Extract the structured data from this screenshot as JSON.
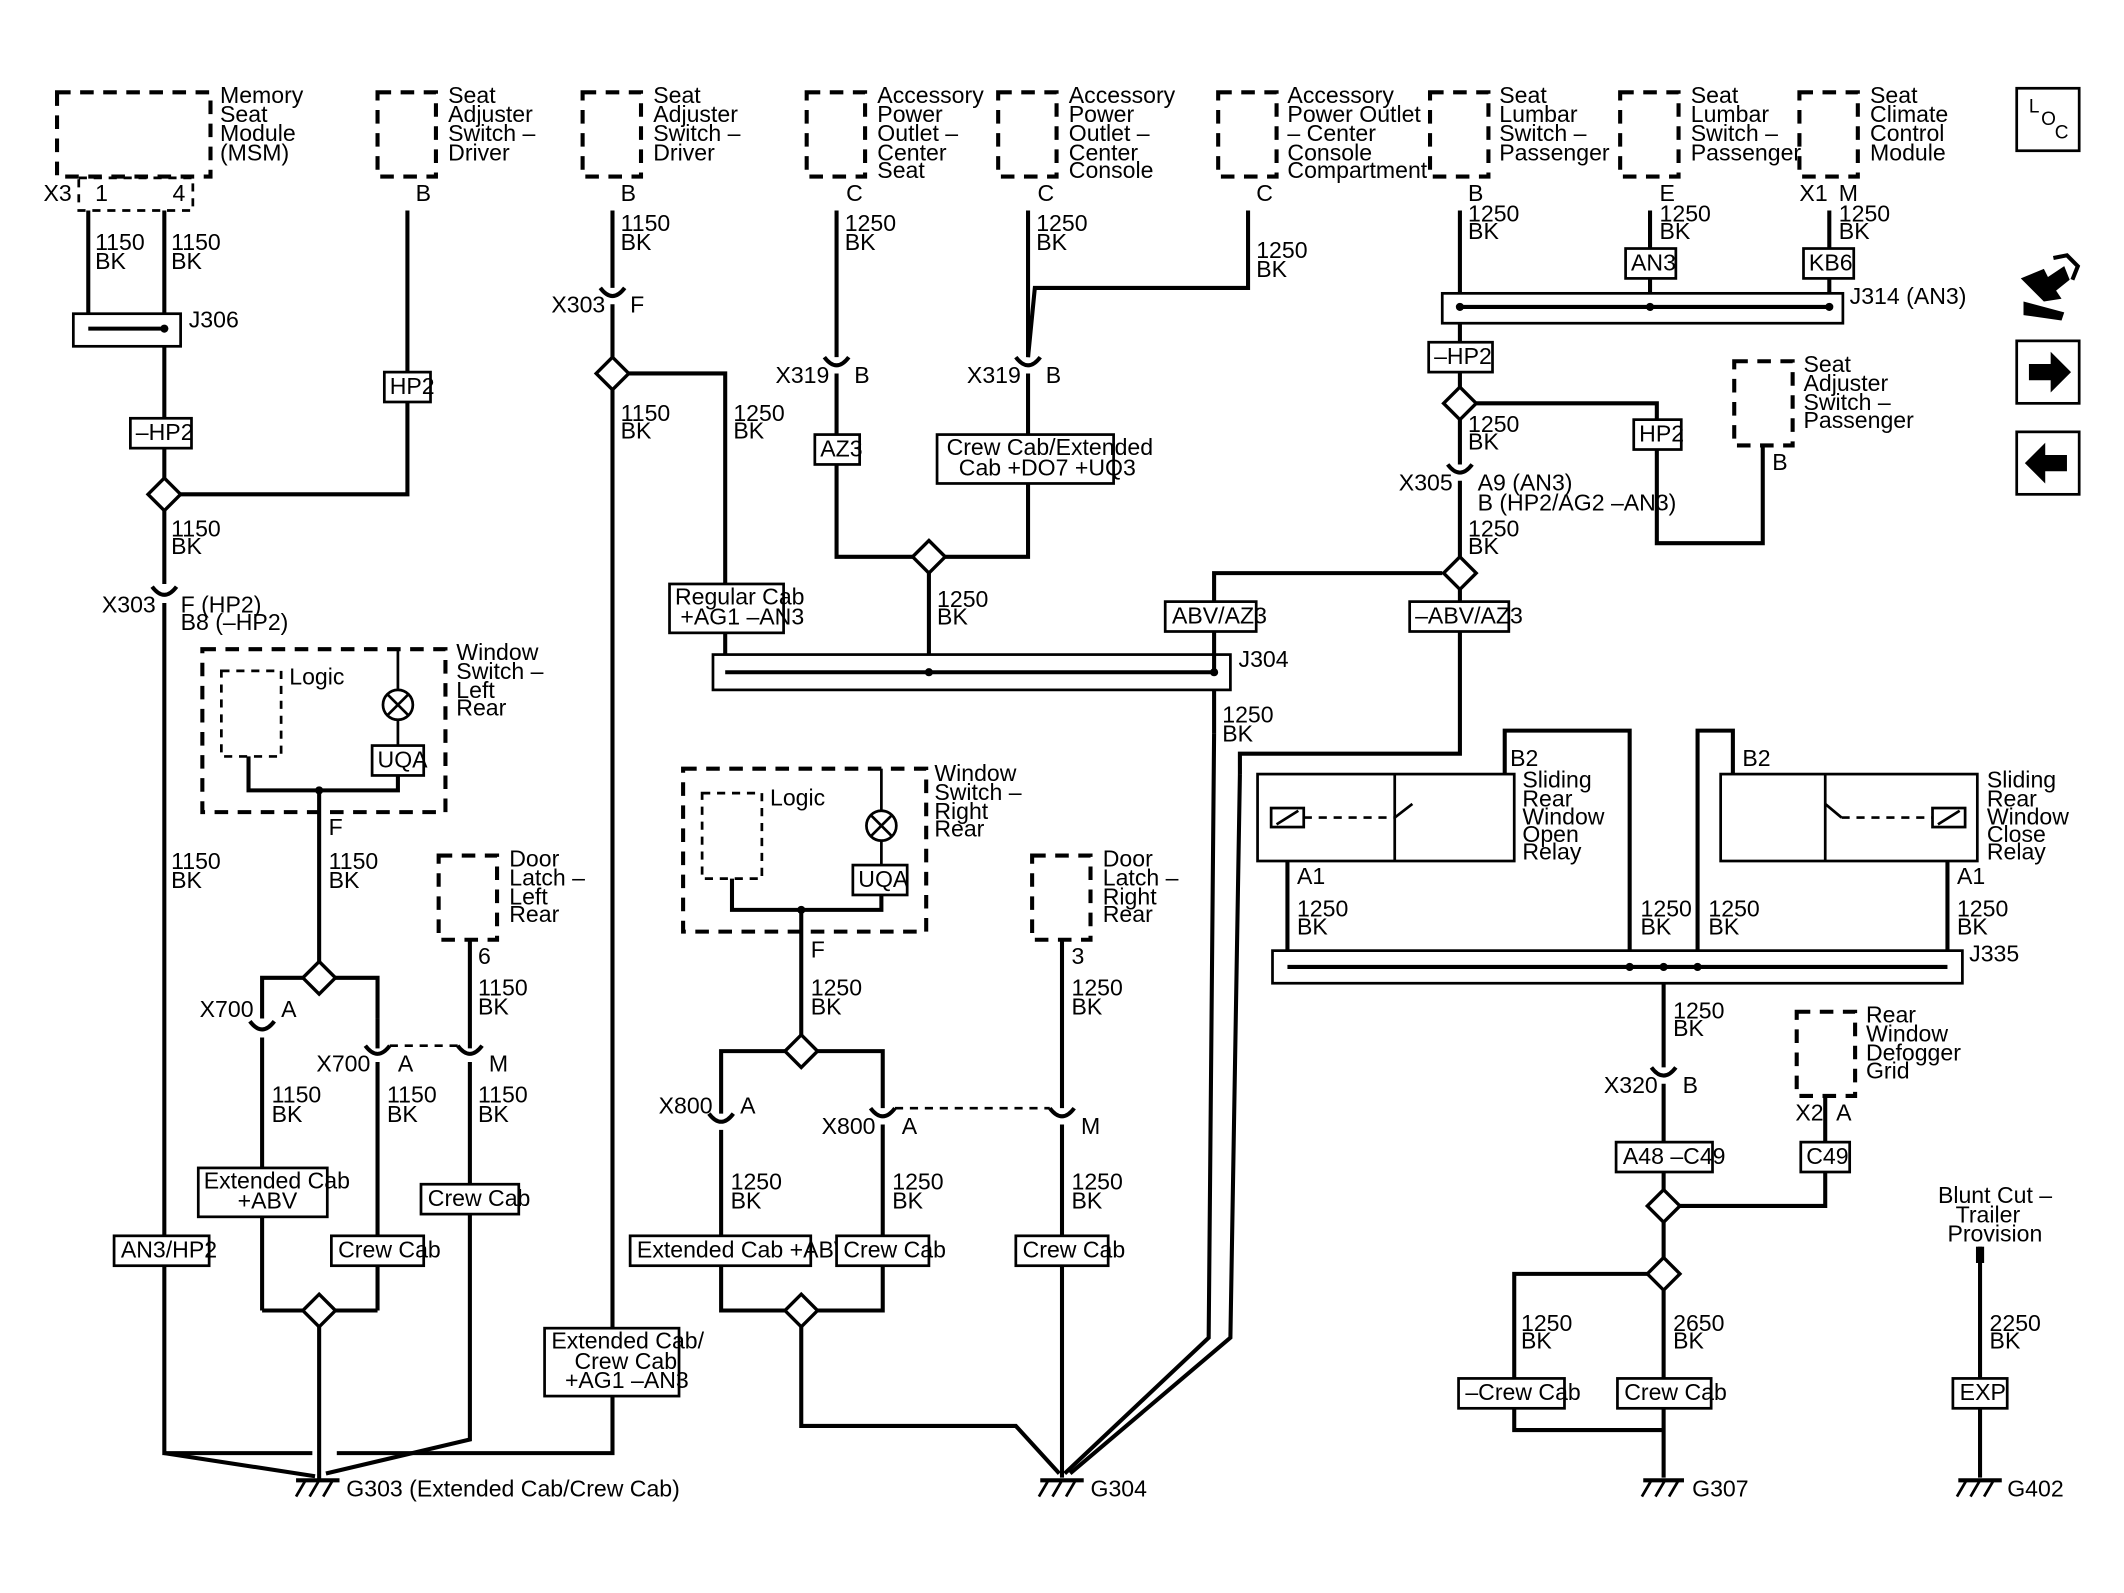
{
  "components": {
    "memory_seat_module": [
      "Memory",
      "Seat",
      "Module",
      "(MSM)"
    ],
    "seat_adj_driver": [
      "Seat",
      "Adjuster",
      "Switch –",
      "Driver"
    ],
    "acc_outlet_center_seat": [
      "Accessory",
      "Power",
      "Outlet –",
      "Center",
      "Seat"
    ],
    "acc_outlet_center_console": [
      "Accessory",
      "Power",
      "Outlet –",
      "Center",
      "Console"
    ],
    "acc_outlet_compartment": [
      "Accessory",
      "Power Outlet",
      "– Center",
      "Console",
      "Compartment"
    ],
    "seat_lumbar_passenger": [
      "Seat",
      "Lumbar",
      "Switch –",
      "Passenger"
    ],
    "seat_climate_module": [
      "Seat",
      "Climate",
      "Control",
      "Module"
    ],
    "seat_adj_passenger": [
      "Seat",
      "Adjuster",
      "Switch –",
      "Passenger"
    ],
    "window_switch_lr": [
      "Window",
      "Switch –",
      "Left",
      "Rear"
    ],
    "window_switch_rr": [
      "Window",
      "Switch –",
      "Right",
      "Rear"
    ],
    "door_latch_lr": [
      "Door",
      "Latch –",
      "Left",
      "Rear"
    ],
    "door_latch_rr": [
      "Door",
      "Latch –",
      "Right",
      "Rear"
    ],
    "sliding_open_relay": [
      "Sliding",
      "Rear",
      "Window",
      "Open",
      "Relay"
    ],
    "sliding_close_relay": [
      "Sliding",
      "Rear",
      "Window",
      "Close",
      "Relay"
    ],
    "rear_defogger": [
      "Rear",
      "Window",
      "Defogger",
      "Grid"
    ],
    "blunt_cut": [
      "Blunt Cut –",
      "Trailer",
      "Provision"
    ],
    "logic": "Logic"
  },
  "pins": {
    "x3": "X3",
    "p1": "1",
    "p4": "4",
    "b": "B",
    "c": "C",
    "e": "E",
    "f": "F",
    "m": "M",
    "x1": "X1",
    "x2": "X2",
    "a": "A",
    "a1": "A1",
    "b2": "B2",
    "three": "3",
    "six": "6",
    "f_hp2": "F (HP2)",
    "b8_hp2": "B8 (–HP2)",
    "a9_an3": "A9 (AN3)",
    "b_hp2_ag2": "B (HP2/AG2 –AN3)"
  },
  "wires": {
    "w1150": "1150",
    "w1250": "1250",
    "w2650": "2650",
    "w2250": "2250",
    "bk": "BK"
  },
  "connectors": {
    "x303": "X303",
    "x319": "X319",
    "x305": "X305",
    "x700": "X700",
    "x800": "X800",
    "x320": "X320"
  },
  "splices": {
    "j306": "J306",
    "j304": "J304",
    "j314": "J314 (AN3)",
    "j335": "J335"
  },
  "options": {
    "hp2": "HP2",
    "neg_hp2": "–HP2",
    "an3": "AN3",
    "kb6": "KB6",
    "az3": "AZ3",
    "crew_ext_do7": [
      "Crew Cab/Extended",
      "Cab +DO7 +UQ3"
    ],
    "regular_cab": [
      "Regular Cab",
      "+AG1 –AN3"
    ],
    "abv_az3": "ABV/AZ3",
    "neg_abv_az3": "–ABV/AZ3",
    "uqa": "UQA",
    "ext_cab_abv": [
      "Extended Cab",
      "+ABV"
    ],
    "crew_cab": "Crew Cab",
    "an3_hp2": "AN3/HP2",
    "ext_crew_ag1": [
      "Extended Cab/",
      "Crew Cab",
      "+AG1 –AN3"
    ],
    "ext_cab_abv_line": "Extended Cab +ABV",
    "a48_c49": "A48 –C49",
    "c49": "C49",
    "neg_crew_cab": "–Crew Cab",
    "exp": "EXP"
  },
  "grounds": {
    "g303": "G303 (Extended Cab/Crew Cab)",
    "g304": "G304",
    "g307": "G307",
    "g402": "G402"
  },
  "nav": {
    "loc_l": "L",
    "loc_o": "O",
    "loc_c": "C"
  }
}
